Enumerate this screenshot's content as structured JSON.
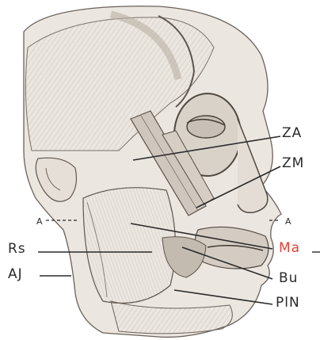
{
  "labels": {
    "za": "ZA",
    "zm": "ZM",
    "a_left": "A",
    "a_right": "A",
    "ma": "Ma",
    "rs": "Rs",
    "aj": "AJ",
    "bu": "Bu",
    "pln": "PlN"
  },
  "colors": {
    "ink": "#2a2a2a",
    "highlight": "#e34234",
    "skin": "#e8e2da",
    "muscle": "#c9c0b6",
    "shadow": "#9f958a"
  }
}
